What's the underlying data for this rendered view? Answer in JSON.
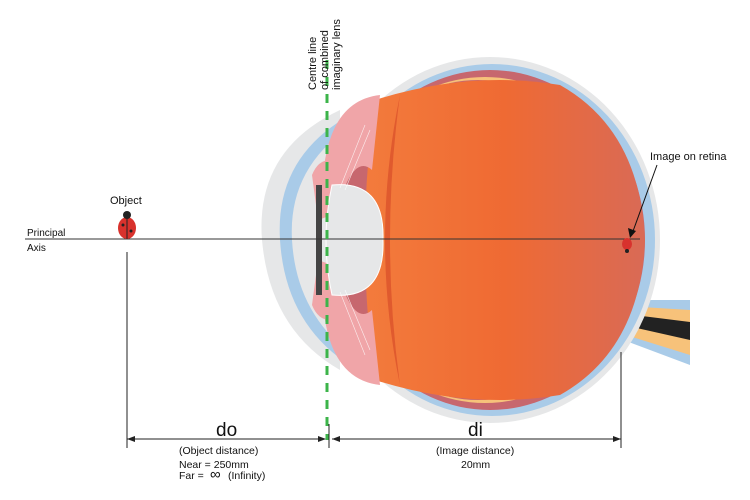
{
  "labels": {
    "object": "Object",
    "principal_axis_line1": "Principal",
    "principal_axis_line2": "Axis",
    "centre_line_1": "Centre line",
    "centre_line_2": "of combined",
    "centre_line_3": "imaginary lens",
    "image_on_retina": "Image on retina",
    "do": "do",
    "do_desc": "(Object distance)",
    "do_near": "Near = 250mm",
    "do_far_prefix": "Far =",
    "do_far_symbol": "∞",
    "do_far_suffix": "(Infinity)",
    "di": "di",
    "di_desc": "(Image distance)",
    "di_value": "20mm"
  },
  "colors": {
    "centre_line": "#3cb44a",
    "sclera": "#c7676e",
    "choroid_blue": "#a9cbe8",
    "vitreous": "#ee6a34",
    "retina": "#f7c27a",
    "lens": "#e6e7e8",
    "muscle": "#f0a5a8"
  }
}
